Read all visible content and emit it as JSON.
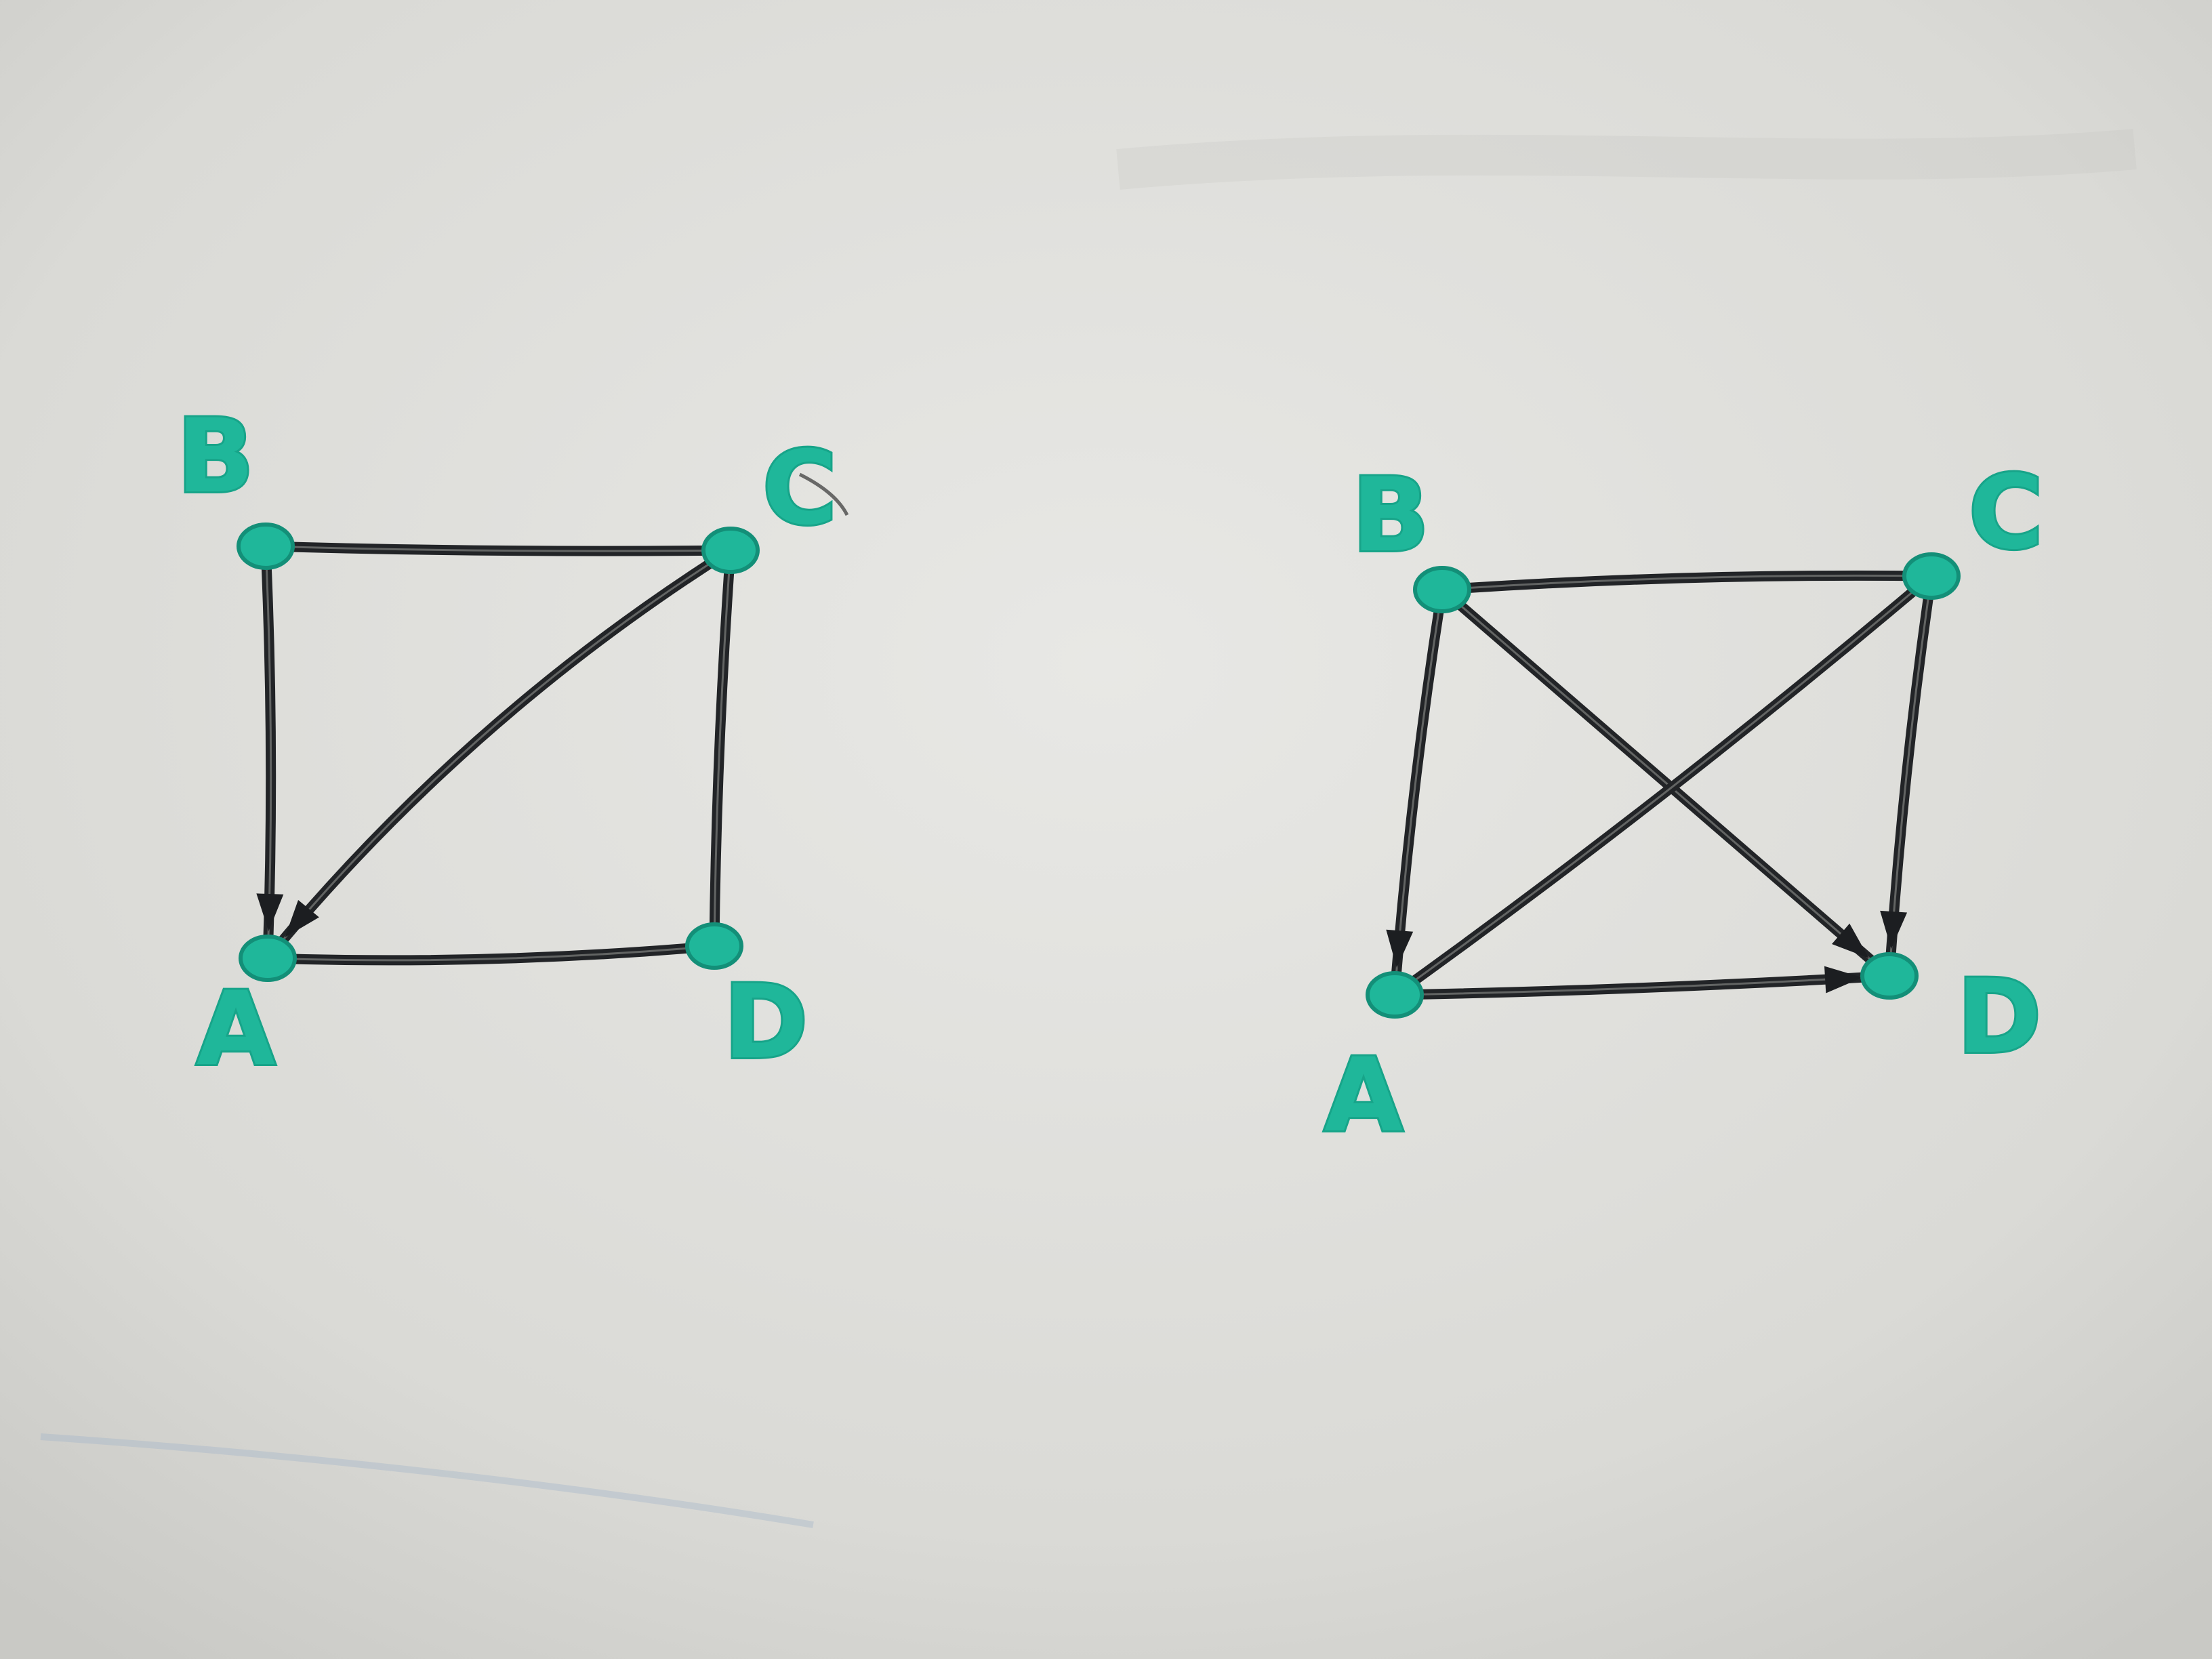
{
  "colors": {
    "board": "#dcdcd8",
    "marker_green": "#1fb79a",
    "marker_black": "#222427"
  },
  "graphs": [
    {
      "vertices": [
        {
          "id": "B",
          "label": "B"
        },
        {
          "id": "C",
          "label": "C"
        },
        {
          "id": "A",
          "label": "A"
        },
        {
          "id": "D",
          "label": "D"
        }
      ],
      "edges": [
        {
          "from": "B",
          "to": "C",
          "directed": false
        },
        {
          "from": "B",
          "to": "A",
          "directed": true
        },
        {
          "from": "C",
          "to": "A",
          "directed": true
        },
        {
          "from": "C",
          "to": "D",
          "directed": false
        },
        {
          "from": "A",
          "to": "D",
          "directed": false
        }
      ]
    },
    {
      "vertices": [
        {
          "id": "B",
          "label": "B"
        },
        {
          "id": "C",
          "label": "C"
        },
        {
          "id": "A",
          "label": "A"
        },
        {
          "id": "D",
          "label": "D"
        }
      ],
      "edges": [
        {
          "from": "B",
          "to": "C",
          "directed": false
        },
        {
          "from": "B",
          "to": "A",
          "directed": true
        },
        {
          "from": "B",
          "to": "D",
          "directed": true
        },
        {
          "from": "A",
          "to": "C",
          "directed": false
        },
        {
          "from": "C",
          "to": "D",
          "directed": true
        },
        {
          "from": "A",
          "to": "D",
          "directed": true
        }
      ]
    }
  ]
}
